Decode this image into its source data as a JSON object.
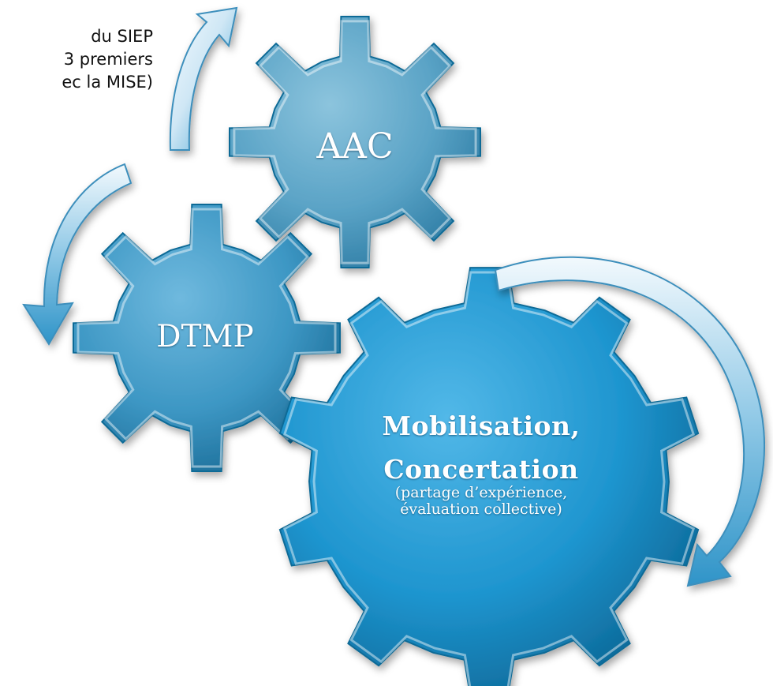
{
  "note": {
    "lines": [
      "du SIEP",
      "3 premiers",
      "ec la MISE)"
    ]
  },
  "gears": {
    "aac": {
      "label": "AAC"
    },
    "dtmp": {
      "label": "DTMP"
    },
    "mobilisation": {
      "title_line1": "Mobilisation,",
      "title_line2": "Concertation",
      "subtitle_line1": "(partage d’expérience,",
      "subtitle_line2": "évaluation collective)"
    }
  },
  "colors": {
    "gear_small": "#5aa3c6",
    "gear_mid": "#3d97c4",
    "gear_large": "#1e95cf",
    "gear_rim": "#0f6a96",
    "arrow_light": "#e8f4fb",
    "arrow_dark": "#3b9ed0"
  }
}
